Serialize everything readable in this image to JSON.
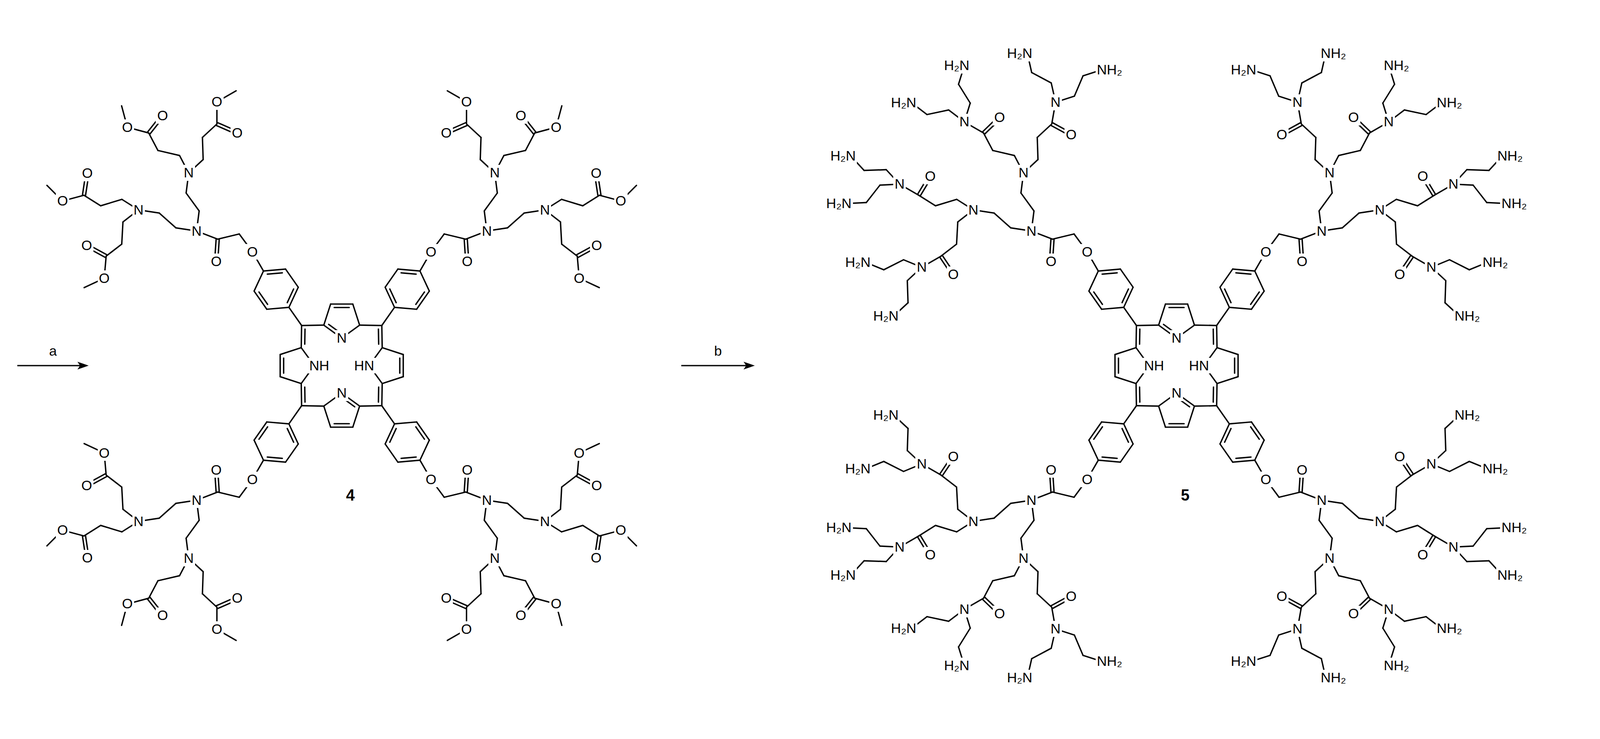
{
  "diagram": {
    "labels": [
      "a",
      "N",
      "NH",
      "HN",
      "N",
      "O",
      "O",
      "N",
      "N",
      "O",
      "O",
      "O",
      "O",
      "N",
      "O",
      "O",
      "O",
      "O",
      "O",
      "O",
      "N",
      "N",
      "O",
      "O",
      "O",
      "O",
      "N",
      "O",
      "O",
      "O",
      "O",
      "O",
      "O",
      "N",
      "N",
      "O",
      "O",
      "O",
      "O",
      "N",
      "O",
      "O",
      "O",
      "O",
      "O",
      "O",
      "N",
      "N",
      "O",
      "O",
      "O",
      "O",
      "N",
      "O",
      "O",
      "O",
      "O",
      "4",
      "b",
      "N",
      "NH",
      "HN",
      "N",
      "O",
      "O",
      "N",
      "N",
      "O",
      "N",
      "NH₂",
      "H₂N",
      "O",
      "N",
      "H₂N",
      "H₂N",
      "N",
      "O",
      "N",
      "H₂N",
      "H₂N",
      "O",
      "N",
      "H₂N",
      "H₂N",
      "O",
      "O",
      "N",
      "N",
      "O",
      "N",
      "H₂N",
      "NH₂",
      "O",
      "N",
      "NH₂",
      "NH₂",
      "N",
      "O",
      "N",
      "NH₂",
      "NH₂",
      "O",
      "N",
      "NH₂",
      "NH₂",
      "O",
      "O",
      "N",
      "N",
      "O",
      "N",
      "NH₂",
      "H₂N",
      "O",
      "N",
      "H₂N",
      "H₂N",
      "N",
      "O",
      "N",
      "H₂N",
      "H₂N",
      "O",
      "N",
      "H₂N",
      "H₂N",
      "O",
      "O",
      "N",
      "N",
      "O",
      "N",
      "H₂N",
      "NH₂",
      "O",
      "N",
      "NH₂",
      "NH₂",
      "N",
      "O",
      "N",
      "NH₂",
      "NH₂",
      "O",
      "N",
      "NH₂",
      "NH₂",
      "5"
    ]
  }
}
